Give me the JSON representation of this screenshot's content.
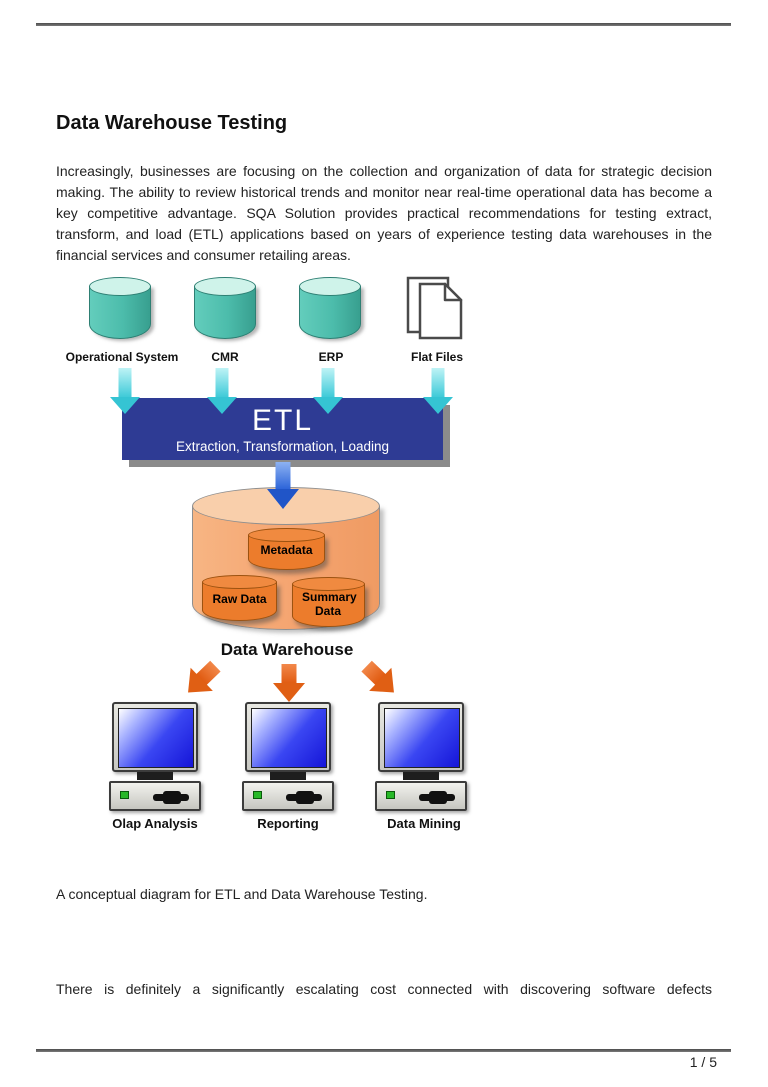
{
  "page": {
    "title": "Data Warehouse Testing",
    "paragraph1": "Increasingly, businesses are focusing on the collection and organization of data for strategic decision making. The ability to review historical trends and monitor near real-time operational data has become a key competitive advantage. SQA Solution provides practical recommendations for testing extract, transform, and load (ETL) applications based on years of experience testing data warehouses in the financial services and consumer retailing areas.",
    "caption": "A conceptual diagram for ETL and Data Warehouse Testing.",
    "paragraph2": "There is definitely a significantly escalating cost connected with discovering software defects",
    "page_number": "1 / 5"
  },
  "diagram": {
    "sources": [
      {
        "label": "Operational System",
        "type": "database-cylinder"
      },
      {
        "label": "CMR",
        "type": "database-cylinder"
      },
      {
        "label": "ERP",
        "type": "database-cylinder"
      },
      {
        "label": "Flat Files",
        "type": "documents"
      }
    ],
    "etl": {
      "title": "ETL",
      "subtitle": "Extraction, Transformation, Loading"
    },
    "warehouse": {
      "label": "Data Warehouse",
      "components": [
        "Metadata",
        "Raw Data",
        "Summary Data"
      ]
    },
    "consumers": [
      "Olap Analysis",
      "Reporting",
      "Data Mining"
    ],
    "colors": {
      "source_cylinder": "#4cbcab",
      "source_cylinder_top": "#cff3ea",
      "etl_box": "#2e3b94",
      "cyan_arrow": "#35c4d3",
      "blue_arrow": "#2a62d8",
      "warehouse_body": "#f5a470",
      "warehouse_top": "#f9cfab",
      "component_cylinder": "#ec7c2c",
      "orange_arrow": "#e05f14",
      "screen_blue": "#2a2af0"
    }
  }
}
